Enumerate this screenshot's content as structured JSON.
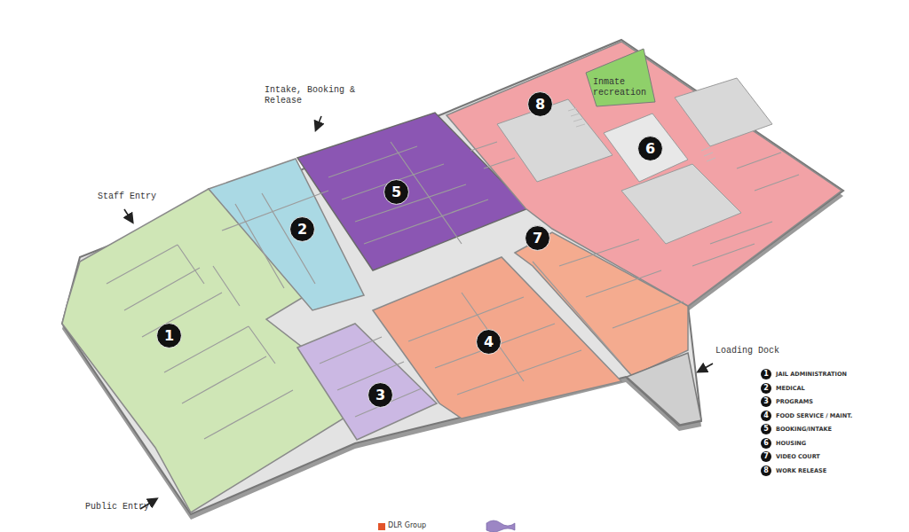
{
  "diagram": {
    "nodes": [
      {
        "text": [
          "8"
        ]
      },
      {
        "text": [
          "6"
        ]
      },
      {
        "text": [
          "5"
        ]
      },
      {
        "text": [
          "2"
        ]
      },
      {
        "text": [
          "7"
        ]
      },
      {
        "text": [
          "1"
        ]
      },
      {
        "text": [
          "4"
        ]
      },
      {
        "text": [
          "3"
        ]
      }
    ],
    "labels": [
      "Intake, Booking & Release",
      "Staff Entry",
      "Inmate recreation",
      "Loading Dock",
      "1",
      "2",
      "3",
      "4",
      "5",
      "6",
      "7",
      "8",
      "Public Entry",
      "DLR Group"
    ],
    "legend": [
      {
        "text": "JAIL ADMINISTRATION"
      },
      {
        "text": "MEDICAL"
      },
      {
        "text": "PROGRAMS"
      },
      {
        "text": "FOOD SERVICE / MAINT."
      },
      {
        "text": "BOOKING/INTAKE"
      },
      {
        "text": "HOUSING"
      },
      {
        "text": "VIDEO COURT"
      },
      {
        "text": "WORK RELEASE"
      }
    ]
  }
}
